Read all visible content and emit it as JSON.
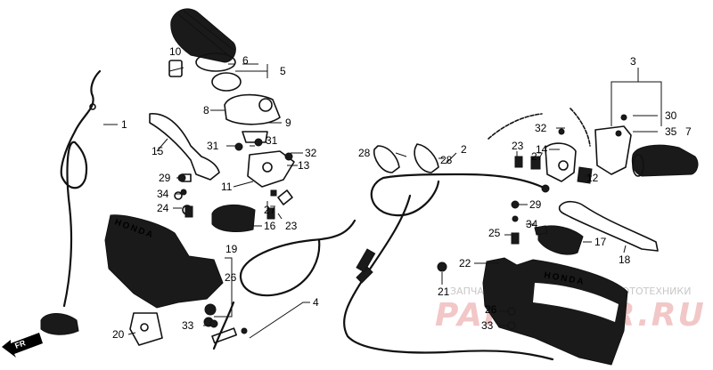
{
  "brand_label": "HONDA",
  "watermark": {
    "top_line": "ЗАПЧАСТИ И АКСЕССУАРЫ ДЛЯ МОТОТЕХНИКИ",
    "brand": "PARTSFOR.RU"
  },
  "direction_arrow": "FR",
  "part_labels": [
    {
      "key": "p1",
      "text": "1"
    },
    {
      "key": "p2",
      "text": "2"
    },
    {
      "key": "p3",
      "text": "3"
    },
    {
      "key": "p4",
      "text": "4"
    },
    {
      "key": "p5",
      "text": "5"
    },
    {
      "key": "p6",
      "text": "6"
    },
    {
      "key": "p7",
      "text": "7"
    },
    {
      "key": "p8",
      "text": "8"
    },
    {
      "key": "p9",
      "text": "9"
    },
    {
      "key": "p10",
      "text": "10"
    },
    {
      "key": "p11",
      "text": "11"
    },
    {
      "key": "p12",
      "text": "12"
    },
    {
      "key": "p13",
      "text": "13"
    },
    {
      "key": "p14",
      "text": "14"
    },
    {
      "key": "p15",
      "text": "15"
    },
    {
      "key": "p16",
      "text": "16"
    },
    {
      "key": "p17",
      "text": "17"
    },
    {
      "key": "p18",
      "text": "18"
    },
    {
      "key": "p19",
      "text": "19"
    },
    {
      "key": "p20",
      "text": "20"
    },
    {
      "key": "p21",
      "text": "21"
    },
    {
      "key": "p22",
      "text": "22"
    },
    {
      "key": "p23a",
      "text": "23"
    },
    {
      "key": "p23b",
      "text": "23"
    },
    {
      "key": "p24",
      "text": "24"
    },
    {
      "key": "p25",
      "text": "25"
    },
    {
      "key": "p26a",
      "text": "26"
    },
    {
      "key": "p26b",
      "text": "26"
    },
    {
      "key": "p27a",
      "text": "27"
    },
    {
      "key": "p27b",
      "text": "27"
    },
    {
      "key": "p28a",
      "text": "28"
    },
    {
      "key": "p28b",
      "text": "28"
    },
    {
      "key": "p29a",
      "text": "29"
    },
    {
      "key": "p29b",
      "text": "29"
    },
    {
      "key": "p30",
      "text": "30"
    },
    {
      "key": "p31a",
      "text": "31"
    },
    {
      "key": "p31b",
      "text": "31"
    },
    {
      "key": "p32a",
      "text": "32"
    },
    {
      "key": "p32b",
      "text": "32"
    },
    {
      "key": "p33a",
      "text": "33"
    },
    {
      "key": "p33b",
      "text": "33"
    },
    {
      "key": "p34a",
      "text": "34"
    },
    {
      "key": "p34b",
      "text": "34"
    },
    {
      "key": "p35",
      "text": "35"
    }
  ]
}
